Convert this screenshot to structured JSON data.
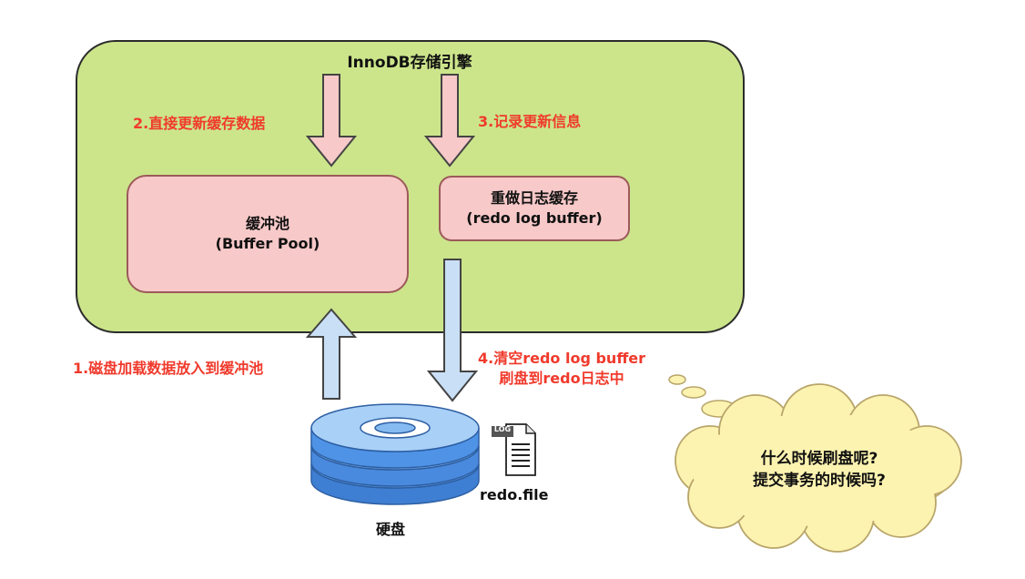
{
  "engine": {
    "title": "InnoDB存储引擎"
  },
  "buffer_pool": {
    "name": "缓冲池",
    "name_en": "(Buffer Pool)"
  },
  "redo_buffer": {
    "name": "重做日志缓存",
    "name_en": "(redo log buffer)"
  },
  "steps": {
    "step1": "1.磁盘加载数据放入到缓冲池",
    "step2": "2.直接更新缓存数据",
    "step3": "3.记录更新信息",
    "step4_line1": "4.清空redo log buffer",
    "step4_line2": "刷盘到redo日志中"
  },
  "disk": {
    "label": "硬盘"
  },
  "log_file": {
    "icon_text": "LOG",
    "label": "redo.file"
  },
  "thought_cloud": {
    "line1": "什么时候刷盘呢?",
    "line2": "提交事务的时候吗?"
  },
  "colors": {
    "engine_fill": "#cce58b",
    "box_fill": "#f7c9c8",
    "arrow_pink": "#f7c9c8",
    "arrow_blue": "#c9dff6",
    "label_red": "#f03a2c",
    "cloud_fill": "#fdf3b0",
    "disk_blue": "#4f93e6"
  }
}
